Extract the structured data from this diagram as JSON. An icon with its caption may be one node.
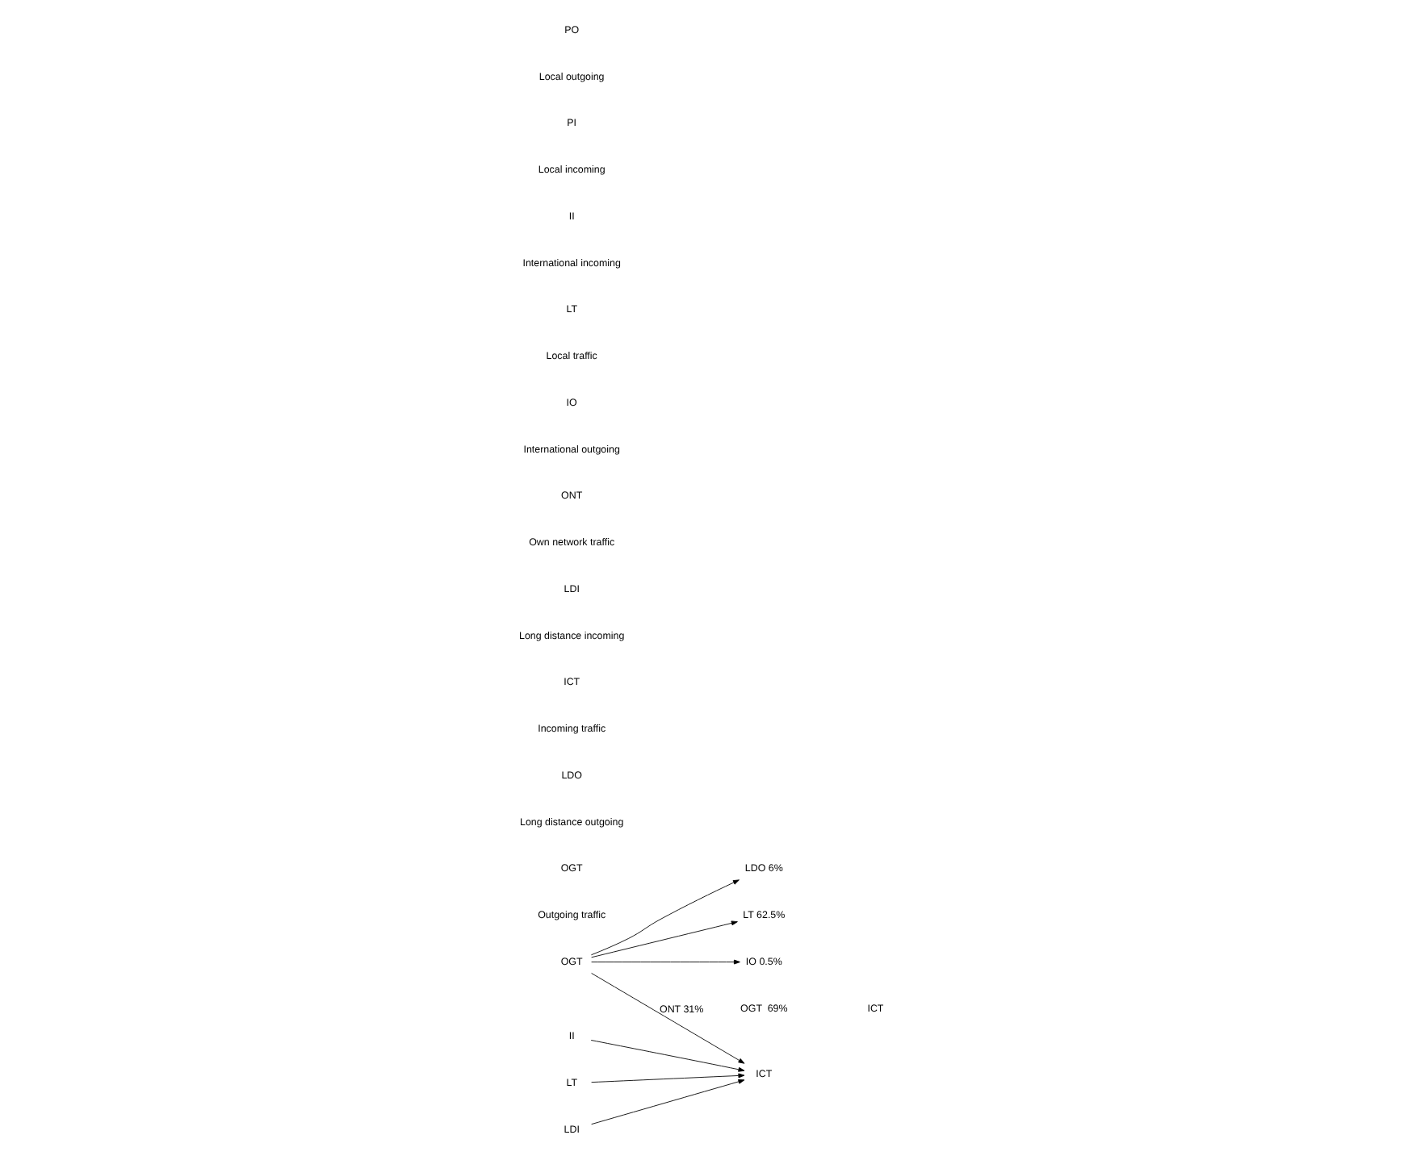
{
  "diagram": {
    "nodes": [
      {
        "text": [
          "OGT"
        ]
      },
      {
        "text": [
          "LDO 6%"
        ]
      },
      {
        "text": [
          "LT 62.5%"
        ]
      },
      {
        "text": [
          "IO 0.5%"
        ]
      },
      {
        "text": [
          "II"
        ]
      },
      {
        "text": [
          "LT"
        ]
      },
      {
        "text": [
          "LDI"
        ]
      },
      {
        "text": [
          "ICT"
        ]
      }
    ],
    "edges": [
      {
        "from": 0,
        "to": 1,
        "arrow": "to"
      },
      {
        "from": 0,
        "to": 2,
        "arrow": "to"
      },
      {
        "from": 0,
        "to": 3,
        "arrow": "to"
      },
      {
        "from": 0,
        "to": 7,
        "arrow": "to",
        "label": "ONT 31%"
      },
      {
        "from": 4,
        "to": 7,
        "arrow": "to"
      },
      {
        "from": 5,
        "to": 7,
        "arrow": "to"
      },
      {
        "from": 6,
        "to": 7,
        "arrow": "to"
      }
    ],
    "labels": [
      "OGT  69%",
      "ICT",
      "OGT",
      "Outgoing traffic",
      "LDO",
      "Long distance outgoing",
      "ICT",
      "Incoming traffic",
      "LDI",
      "Long distance incoming",
      "ONT",
      "Own network traffic",
      "IO",
      "International outgoing",
      "LT",
      "Local traffic",
      "II",
      "International incoming",
      "PI",
      "Local incoming",
      "PO",
      "Local outgoing"
    ]
  }
}
